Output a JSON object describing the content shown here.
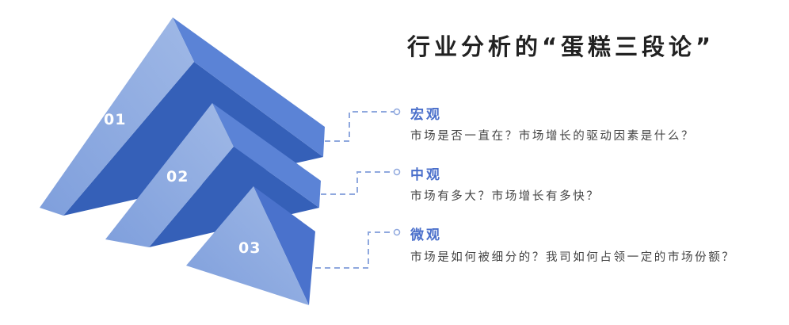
{
  "title": "行业分析的“蛋糕三段论”",
  "levels": [
    {
      "number": "01",
      "label": "宏观",
      "question": "市场是否一直在？市场增长的驱动因素是什么？"
    },
    {
      "number": "02",
      "label": "中观",
      "question": "市场有多大？市场增长有多快？"
    },
    {
      "number": "03",
      "label": "微观",
      "question": "市场是如何被细分的？我司如何占领一定的市场份额？"
    }
  ],
  "colors": {
    "light": "#8aa8df",
    "mid": "#5b83d6",
    "dark": "#3560b8",
    "accent": "#4a6fcb",
    "connector": "#8fa8de"
  }
}
